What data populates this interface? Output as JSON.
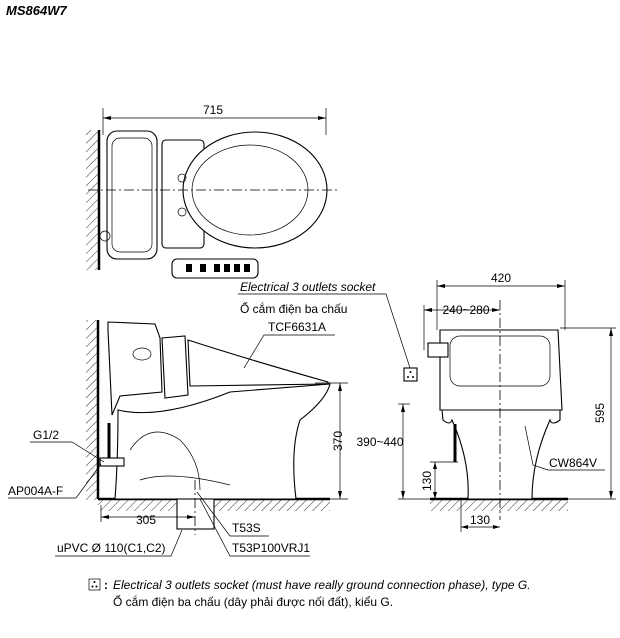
{
  "title": "MS864W7",
  "dimensions": {
    "overall_length": "715",
    "front_width": "420",
    "supply_offset": "240~280",
    "overall_height": "595",
    "seat_height": "370",
    "socket_height": "390~440",
    "supply_height": "130",
    "supply_horizontal": "130",
    "rough_in": "305"
  },
  "labels": {
    "socket_en": "Electrical 3 outlets socket",
    "socket_vi": "Ổ cắm điện ba chấu",
    "seat_model": "TCF6631A",
    "supply_thread": "G1/2",
    "angle_valve": "AP004A-F",
    "drain_pipe": "uPVC Ø 110(C1,C2)",
    "flange": "T53S",
    "flange_kit": "T53P100VRJ1",
    "bowl_model": "CW864V"
  },
  "note": {
    "symbol": "socket-symbol",
    "separator": ":",
    "en": "Electrical 3 outlets socket (must have really ground connection phase), type G.",
    "vi": "Ổ cắm điện ba chấu (dây phải được nối đất), kiểu G."
  }
}
